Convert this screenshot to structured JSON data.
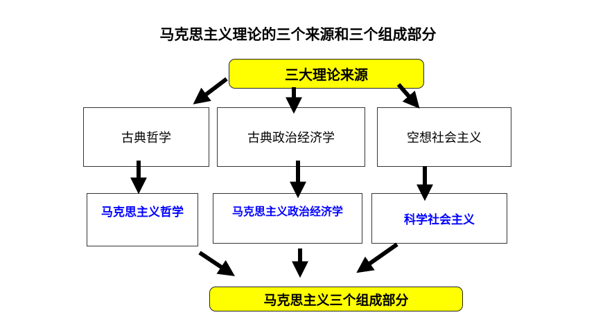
{
  "title": "马克思主义理论的三个来源和三个组成部分",
  "top_box": "三大理论来源",
  "sources": [
    "古典哲学",
    "古典政治经济学",
    "空想社会主义"
  ],
  "components": [
    "马克思主义哲学",
    "马克思主义政治经济学",
    "科学社会主义"
  ],
  "bottom_box": "马克思主义三个组成部分",
  "colors": {
    "highlight": "#ffff00",
    "component_text": "#0000ff",
    "arrow": "#000000"
  }
}
